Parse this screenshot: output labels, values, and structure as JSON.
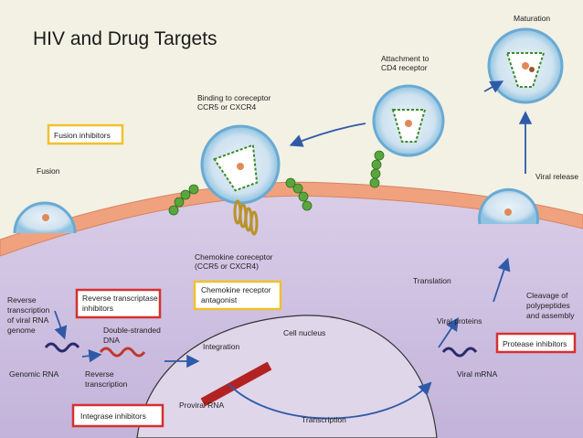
{
  "title": "HIV and Drug Targets",
  "labels": {
    "maturation": "Maturation",
    "attachment_l1": "Attachment to",
    "attachment_l2": "CD4 receptor",
    "binding_l1": "Binding to coreceptor",
    "binding_l2": "CCR5 or CXCR4",
    "fusion": "Fusion",
    "viral_release": "Viral release",
    "chemokine_coreceptor_l1": "Chemokine coreceptor",
    "chemokine_coreceptor_l2": "(CCR5 or CXCR4)",
    "translation": "Translation",
    "reverse_transcription_l1": "Reverse",
    "reverse_transcription_l2": "transcription",
    "reverse_transcription_l3": "of viral RNA",
    "reverse_transcription_l4": "genome",
    "double_stranded_l1": "Double-stranded",
    "double_stranded_l2": "DNA",
    "cell_nucleus": "Cell nucleus",
    "integration": "Integration",
    "cleavage_l1": "Cleavage of",
    "cleavage_l2": "polypeptides",
    "cleavage_l3": "and assembly",
    "viral_proteins": "Viral proteins",
    "genomic_rna": "Genomic RNA",
    "reverse_tx2_l1": "Reverse",
    "reverse_tx2_l2": "transcription",
    "proviral_rna": "Proviral RNA",
    "transcription": "Transcription",
    "viral_mrna": "Viral mRNA"
  },
  "drug_boxes": {
    "fusion_inhibitors": "Fusion inhibitors",
    "rti_l1": "Reverse transcriptase",
    "rti_l2": "inhibitors",
    "chemokine_antagonist_l1": "Chemokine receptor",
    "chemokine_antagonist_l2": "antagonist",
    "protease_inhibitors": "Protease inhibitors",
    "integrase_inhibitors": "Integrase inhibitors"
  },
  "colors": {
    "membrane": "#f0a27e",
    "cytoplasm": "#cdbfe0",
    "drug_box_yellow": "#f0c12c",
    "drug_box_red": "#d63030",
    "virion_shell": "#8fc3e2",
    "spike_green": "#4e9a35",
    "arrow_blue": "#2f5aa8"
  }
}
